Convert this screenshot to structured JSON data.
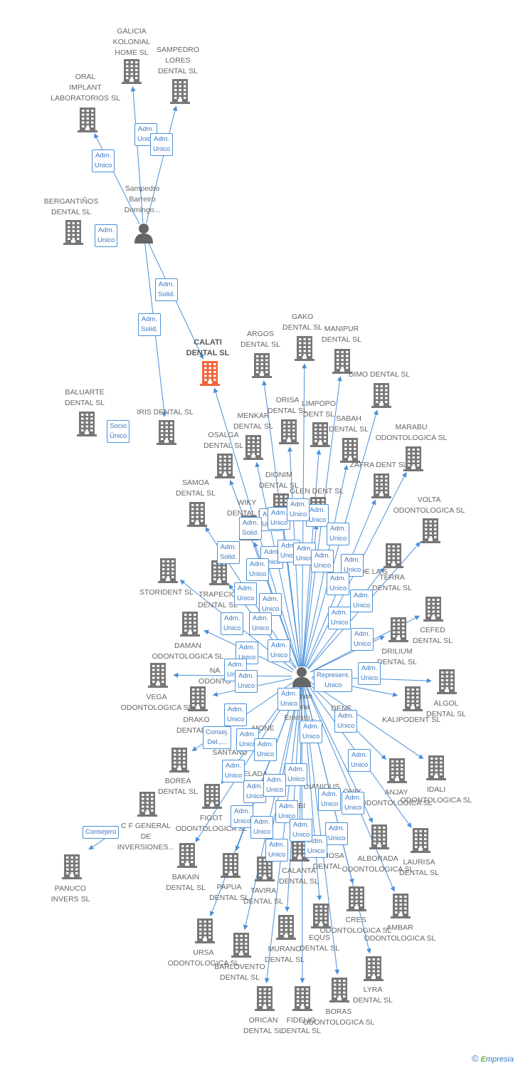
{
  "colors": {
    "edge": "#4a90d9",
    "building": "#777777",
    "target": "#f0643c",
    "badge_border": "#4a90d9",
    "badge_text": "#3a78c2",
    "label": "#666666"
  },
  "footer": {
    "copyright": "©",
    "brand_prefix": "E",
    "brand_rest": "mpresia"
  },
  "people": [
    {
      "id": "p1",
      "label": "Sampedro\nBarreiro\nDomingo..."
    },
    {
      "id": "p2",
      "label": "Tolman\nMena\nErnesto..."
    }
  ],
  "companies": [
    {
      "id": "galicia",
      "label": "GALICIA\nKOLONIAL\nHOME SL",
      "type": "company"
    },
    {
      "id": "sampedro",
      "label": "SAMPEDRO\nLORES\nDENTAL SL",
      "type": "company"
    },
    {
      "id": "oral",
      "label": "ORAL\nIMPLANT\nLABORATORIOS SL",
      "type": "company"
    },
    {
      "id": "bergantinos",
      "label": "BERGANTIÑOS\nDENTAL SL",
      "type": "company"
    },
    {
      "id": "calati",
      "label": "CALATI\nDENTAL SL",
      "type": "target"
    },
    {
      "id": "baluarte",
      "label": "BALUARTE\nDENTAL SL",
      "type": "company"
    },
    {
      "id": "iris",
      "label": "IRIS DENTAL SL",
      "type": "company"
    },
    {
      "id": "argos",
      "label": "ARGOS\nDENTAL SL",
      "type": "company"
    },
    {
      "id": "gako",
      "label": "GAKO\nDENTAL SL",
      "type": "company"
    },
    {
      "id": "manipur",
      "label": "MANIPUR\nDENTAL SL",
      "type": "company"
    },
    {
      "id": "dimo",
      "label": "DIMO DENTAL SL",
      "type": "company"
    },
    {
      "id": "orisa",
      "label": "ORISA\nDENTAL SL",
      "type": "company"
    },
    {
      "id": "limpopo",
      "label": "LIMPOPO\nDENT SL",
      "type": "company"
    },
    {
      "id": "menkar",
      "label": "MENKAR\nDENTAL SL",
      "type": "company"
    },
    {
      "id": "sabah",
      "label": "SABAH\nDENTAL SL",
      "type": "company"
    },
    {
      "id": "marabu",
      "label": "MARABU\nODONTOLOGICA SL",
      "type": "company"
    },
    {
      "id": "osalga",
      "label": "OSALGA\nDENTAL SL",
      "type": "company"
    },
    {
      "id": "zafra",
      "label": "ZAFRA DENT SL",
      "type": "company"
    },
    {
      "id": "dionim",
      "label": "DIONIM\nDENTAL SL",
      "type": "company"
    },
    {
      "id": "samoa",
      "label": "SAMOA\nDENTAL SL",
      "type": "company"
    },
    {
      "id": "glen",
      "label": "GLEN DENT SL",
      "type": "company"
    },
    {
      "id": "volta",
      "label": "VOLTA\nODONTOLOGICA SL",
      "type": "company"
    },
    {
      "id": "wiky",
      "label": "WIKY\nDENTAL SL",
      "type": "company"
    },
    {
      "id": "terra",
      "label": "TERRA\nDENTAL SL",
      "type": "company"
    },
    {
      "id": "storident",
      "label": "STORIDENT SL",
      "type": "company"
    },
    {
      "id": "trapecio",
      "label": "TRAPECIO\nDENTAL SL",
      "type": "company"
    },
    {
      "id": "cefed",
      "label": "CEFED\nDENTAL SL",
      "type": "company"
    },
    {
      "id": "daman",
      "label": "DAMAN\nODONTOLOGICA SL",
      "type": "company"
    },
    {
      "id": "drilium",
      "label": "DRILIUM\nDENTAL SL",
      "type": "company"
    },
    {
      "id": "vega",
      "label": "VEGA\nODONTOLOGICA SL",
      "type": "company"
    },
    {
      "id": "algol",
      "label": "ALGOL\nDENTAL SL",
      "type": "company"
    },
    {
      "id": "drako",
      "label": "DRAKO\nDENTAL SL",
      "type": "company"
    },
    {
      "id": "kalipodent",
      "label": "KALIPODENT SL",
      "type": "company"
    },
    {
      "id": "borea",
      "label": "BOREA\nDENTAL SL",
      "type": "company"
    },
    {
      "id": "anjay",
      "label": "ANJAY\nODONTOLOGICA SL",
      "type": "company"
    },
    {
      "id": "idali",
      "label": "IDALI\nODONTOLOGICA SL",
      "type": "company"
    },
    {
      "id": "figot",
      "label": "FIGOT\nODONTOLOGICA SL",
      "type": "company"
    },
    {
      "id": "cfgeneral",
      "label": "C F GENERAL\nDE\nINVERSIONES...",
      "type": "company"
    },
    {
      "id": "alborada",
      "label": "ALBORADA\nODONTOLOGICA SL",
      "type": "company"
    },
    {
      "id": "laurisa",
      "label": "LAURISA\nDENTAL SL",
      "type": "company"
    },
    {
      "id": "panuco",
      "label": "PANUCO\nINVERS SL",
      "type": "company"
    },
    {
      "id": "bakain",
      "label": "BAKAIN\nDENTAL SL",
      "type": "company"
    },
    {
      "id": "papua",
      "label": "PAPUA\nDENTAL SL",
      "type": "company"
    },
    {
      "id": "tavira",
      "label": "TAVIRA\nDENTAL SL",
      "type": "company"
    },
    {
      "id": "calanta",
      "label": "CALANTA\nDENTAL SL",
      "type": "company"
    },
    {
      "id": "cres",
      "label": "CRES\nODONTOLOGICA SL",
      "type": "company"
    },
    {
      "id": "ambar",
      "label": "AMBAR\nODONTOLOGICA SL",
      "type": "company"
    },
    {
      "id": "equs",
      "label": "EQUS\nDENTAL SL",
      "type": "company"
    },
    {
      "id": "ursa",
      "label": "URSA\nODONTOLOGICA SL",
      "type": "company"
    },
    {
      "id": "murano",
      "label": "MURANO\nDENTAL SL",
      "type": "company"
    },
    {
      "id": "barlovento",
      "label": "BARLOVENTO\nDENTAL SL",
      "type": "company"
    },
    {
      "id": "lyra",
      "label": "LYRA\nDENTAL SL",
      "type": "company"
    },
    {
      "id": "orican",
      "label": "ORICAN\nDENTAL SL",
      "type": "company"
    },
    {
      "id": "fidelio",
      "label": "FIDELIO\nDENTAL SL",
      "type": "company"
    },
    {
      "id": "boras",
      "label": "BORAS\nODONTOLOGICA SL",
      "type": "company"
    }
  ],
  "hidden_labels": [
    {
      "id": "h1",
      "label": "NA\nODONTO"
    },
    {
      "id": "h2",
      "label": "SANTAND\nCL\nDEN"
    },
    {
      "id": "h3",
      "label": "DENE"
    },
    {
      "id": "h4",
      "label": "MONE"
    },
    {
      "id": "h5",
      "label": "CELADA"
    },
    {
      "id": "h6",
      "label": "SAIMOSA\nDENTAL"
    },
    {
      "id": "h7",
      "label": "ONIX"
    },
    {
      "id": "h8",
      "label": "DIANIOUS"
    },
    {
      "id": "h9",
      "label": "GOBI"
    },
    {
      "id": "h10",
      "label": "DE LA S"
    }
  ],
  "badges": [
    {
      "id": "b1",
      "text": "Adm.\nUnico"
    },
    {
      "id": "b2",
      "text": "Adm.\nUnico"
    },
    {
      "id": "b3",
      "text": "Adm.\nUnico"
    },
    {
      "id": "b4",
      "text": "Adm.\nUnico"
    },
    {
      "id": "b5",
      "text": "Adm.\nSolid."
    },
    {
      "id": "b6",
      "text": "Adm.\nSolid."
    },
    {
      "id": "b7",
      "text": "Socio\nÚnico"
    },
    {
      "id": "b8",
      "text": "Consejero"
    },
    {
      "id": "b9",
      "text": "Adm.\nUnico"
    },
    {
      "id": "b10",
      "text": "Adm.\nUnico"
    },
    {
      "id": "b11",
      "text": "Adm.\nSolid."
    },
    {
      "id": "b12",
      "text": "Adm.\nUnico"
    },
    {
      "id": "b13",
      "text": "Adm.\nUnico"
    },
    {
      "id": "b14",
      "text": "Adm.\nSolid."
    },
    {
      "id": "b15",
      "text": "Adm.\nUnico"
    },
    {
      "id": "b16",
      "text": "Adm.\nUnico"
    },
    {
      "id": "b17",
      "text": "Adm.\nUnico"
    },
    {
      "id": "b18",
      "text": "Adm.\nUnico"
    },
    {
      "id": "b19",
      "text": "Adm.\nUnico"
    },
    {
      "id": "b20",
      "text": "Adm.\nUnico"
    },
    {
      "id": "b21",
      "text": "Adm.\nUnico"
    },
    {
      "id": "b22",
      "text": "Adm.\nUnico"
    },
    {
      "id": "b23",
      "text": "Adm.\nUnico"
    },
    {
      "id": "b24",
      "text": "Adm.\nUnico"
    },
    {
      "id": "b25",
      "text": "Adm.\nUnico"
    },
    {
      "id": "b26",
      "text": "Adm.\nUnico"
    },
    {
      "id": "b27",
      "text": "Adm.\nUnico"
    },
    {
      "id": "b28",
      "text": "Adm.\nUnico"
    },
    {
      "id": "b29",
      "text": "Adm.\nUnico"
    },
    {
      "id": "b30",
      "text": "Adm.\nUnico"
    },
    {
      "id": "b31",
      "text": "Adm.\nUnico"
    },
    {
      "id": "b32",
      "text": "Adm.\nUnico"
    },
    {
      "id": "b33",
      "text": "Represent.\nUnico"
    },
    {
      "id": "b34",
      "text": "Adm.\nUnico"
    },
    {
      "id": "b35",
      "text": "Adm.\nUnico"
    },
    {
      "id": "b36",
      "text": "Adm.\nUnico"
    },
    {
      "id": "b37",
      "text": "Consej.\nDel.,..."
    },
    {
      "id": "b38",
      "text": "Adm.\nUnico"
    },
    {
      "id": "b39",
      "text": "Adm.\nUnico"
    },
    {
      "id": "b40",
      "text": "Adm.\nUnico"
    },
    {
      "id": "b41",
      "text": "Adm.\nUnico"
    },
    {
      "id": "b42",
      "text": "Adm.\nUnico"
    },
    {
      "id": "b43",
      "text": "Adm.\nUnico"
    },
    {
      "id": "b44",
      "text": "Adm.\nUnico"
    },
    {
      "id": "b45",
      "text": "Adm.\nUnico"
    },
    {
      "id": "b46",
      "text": "Adm.\nUnico"
    },
    {
      "id": "b47",
      "text": "Adm.\nUnico"
    },
    {
      "id": "b48",
      "text": "Adm.\nUnico"
    },
    {
      "id": "b49",
      "text": "Adm.\nUnico"
    },
    {
      "id": "b50",
      "text": "Adm.\nUnico"
    },
    {
      "id": "b51",
      "text": "Adm.\nUnico"
    },
    {
      "id": "b52",
      "text": "Adm.\nUnico"
    },
    {
      "id": "b53",
      "text": "Adm.\nUnico"
    },
    {
      "id": "b54",
      "text": "Adm.\nUnico"
    },
    {
      "id": "b55",
      "text": "Adm.\nUnico"
    },
    {
      "id": "b56",
      "text": "Adm.\nUnico"
    }
  ]
}
